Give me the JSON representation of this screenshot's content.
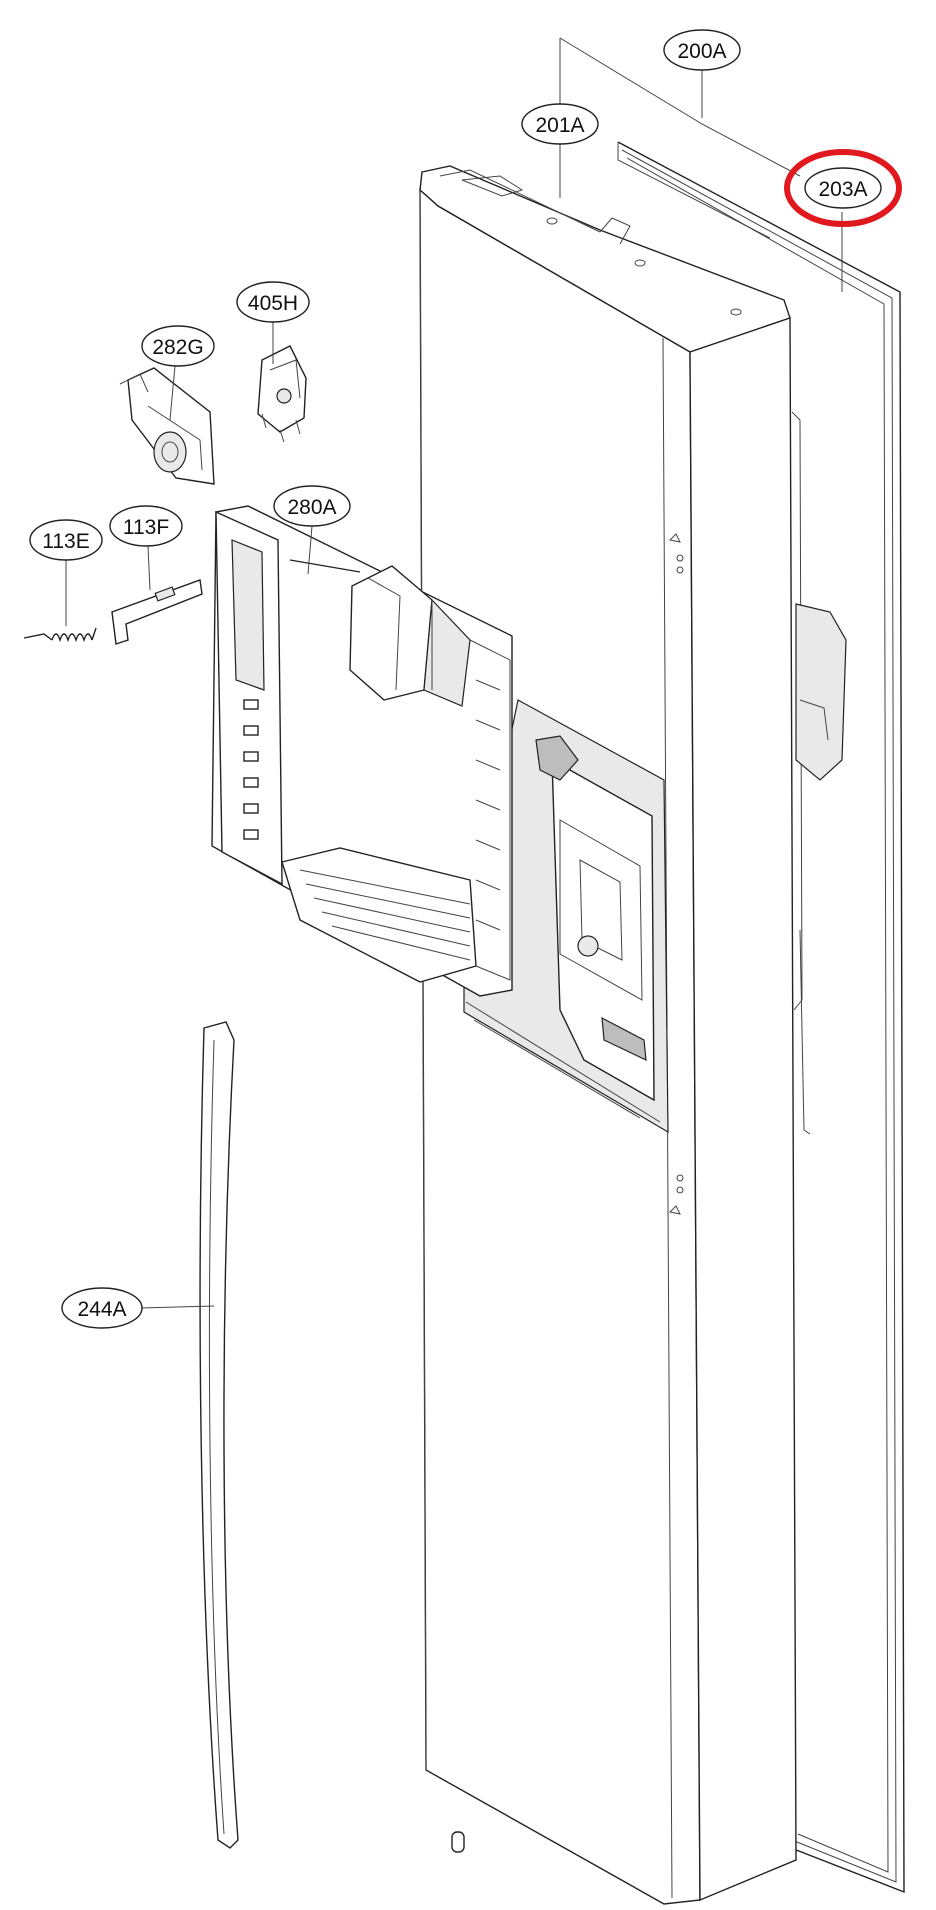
{
  "callouts": {
    "c200A": "200A",
    "c201A": "201A",
    "c203A": "203A",
    "c405H": "405H",
    "c282G": "282G",
    "c280A": "280A",
    "c113E": "113E",
    "c113F": "113F",
    "c244A": "244A"
  },
  "highlight": {
    "part": "203A",
    "color": "#e0191f"
  }
}
